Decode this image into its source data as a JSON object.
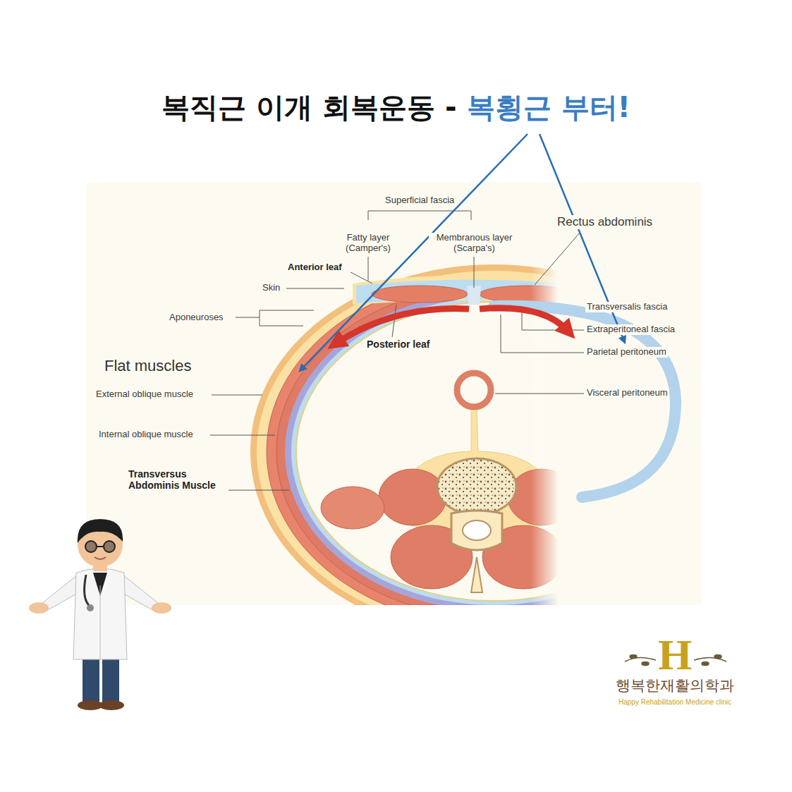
{
  "diagram": {
    "title": "복직근 이개 회복운동 -",
    "labels": [
      "복횡근 부터!",
      "Superficial fascia",
      "Fatty layer (Camper's)",
      "Membranous layer (Scarpa's)",
      "Rectus abdominis",
      "Anterior leaf",
      "Skin",
      "Aponeuroses",
      "Posterior leaf",
      "Transversalis fascia",
      "Extraperitoneal fascia",
      "Parietal peritoneum",
      "Visceral peritoneum",
      "Flat muscles",
      "External oblique muscle",
      "Internal oblique muscle",
      "Transversus Abdominis Muscle",
      "H",
      "행복한재활의학과",
      "Happy Rehabilitation Medicine clinic"
    ]
  }
}
